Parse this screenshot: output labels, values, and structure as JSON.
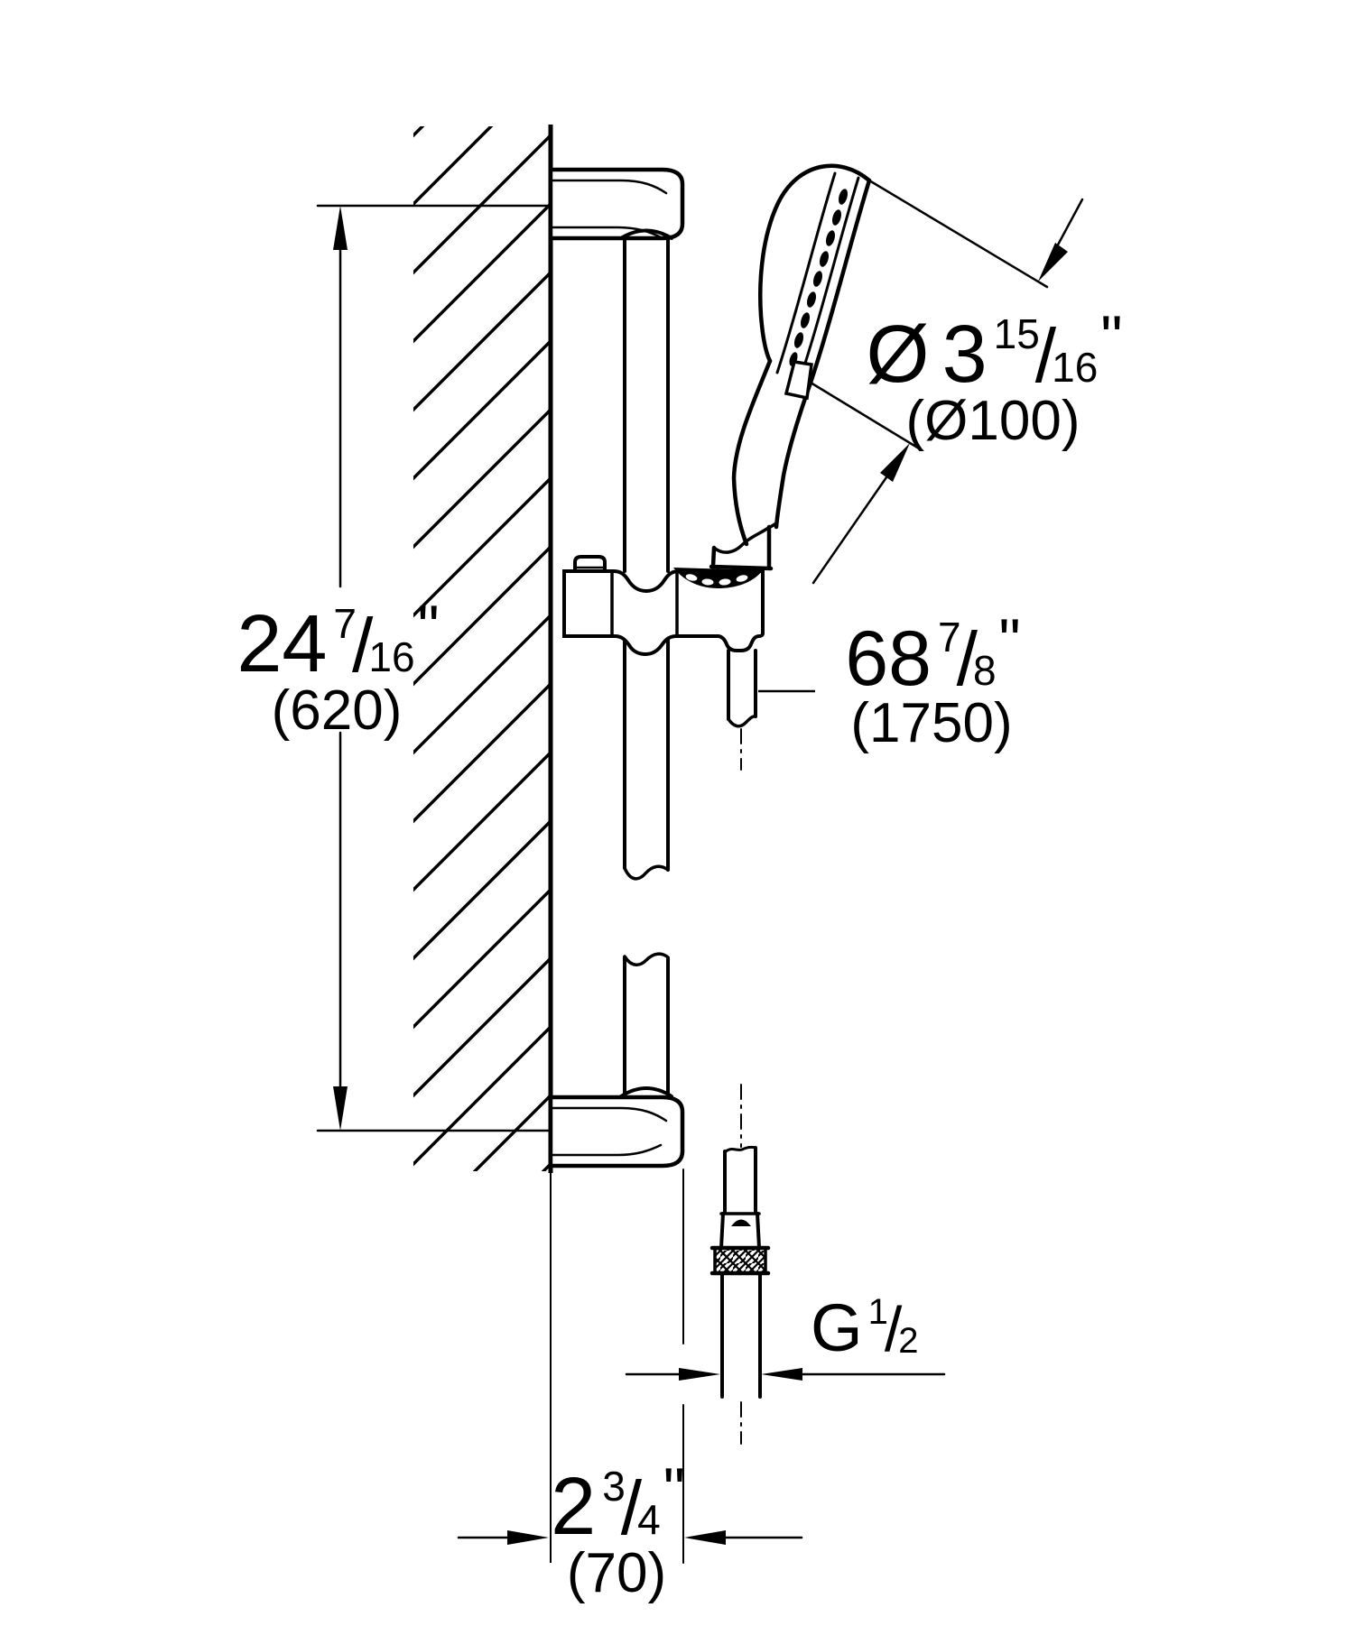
{
  "title": "Hand shower rail set installation drawing",
  "colors": {
    "ink": "#000000",
    "paper": "#ffffff"
  },
  "dimensions": {
    "rail": {
      "whole": "24",
      "num": "7",
      "den": "16",
      "unit": "\"",
      "metric": "(620)"
    },
    "head": {
      "prefix": "Ø",
      "whole": "3",
      "num": "15",
      "den": "16",
      "unit": "\"",
      "metric": "(Ø100)"
    },
    "hose": {
      "whole": "68",
      "num": "7",
      "den": "8",
      "unit": "\"",
      "metric": "(1750)"
    },
    "thread": {
      "prefix": "G",
      "num": "1",
      "den": "2"
    },
    "offset": {
      "whole": "2",
      "num": "3",
      "den": "4",
      "unit": "\"",
      "metric": "(70)"
    }
  }
}
